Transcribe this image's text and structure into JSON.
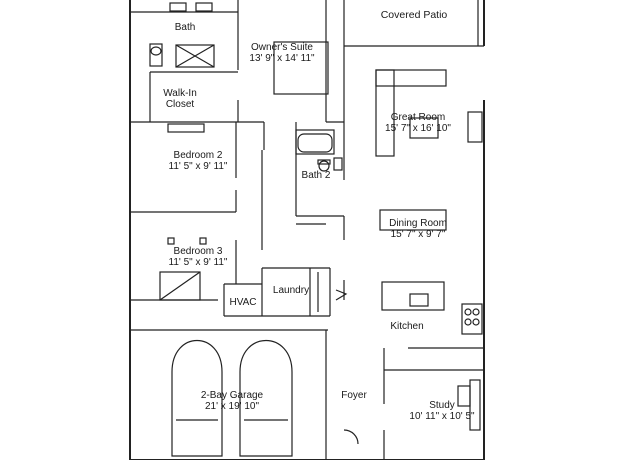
{
  "rooms": {
    "covered_patio": {
      "name": "Covered Patio"
    },
    "bath": {
      "name": "Bath"
    },
    "owners_suite": {
      "name": "Owner's Suite",
      "dims": "13' 9\" x 14' 11\""
    },
    "walk_in_closet": {
      "name_line1": "Walk-In",
      "name_line2": "Closet"
    },
    "great_room": {
      "name": "Great Room",
      "dims": "15' 7\" x 16' 10\""
    },
    "bedroom_2": {
      "name": "Bedroom 2",
      "dims": "11' 5\" x 9' 11\""
    },
    "bath_2": {
      "name": "Bath 2"
    },
    "dining_room": {
      "name": "Dining Room",
      "dims": "15' 7\" x 9' 7\""
    },
    "bedroom_3": {
      "name": "Bedroom 3",
      "dims": "11' 5\" x 9' 11\""
    },
    "laundry": {
      "name": "Laundry"
    },
    "hvac": {
      "name": "HVAC"
    },
    "kitchen": {
      "name": "Kitchen"
    },
    "garage": {
      "name": "2-Bay Garage",
      "dims": "21' x 19' 10\""
    },
    "foyer": {
      "name": "Foyer"
    },
    "study": {
      "name": "Study",
      "dims": "10' 11\" x 10' 5\""
    }
  }
}
